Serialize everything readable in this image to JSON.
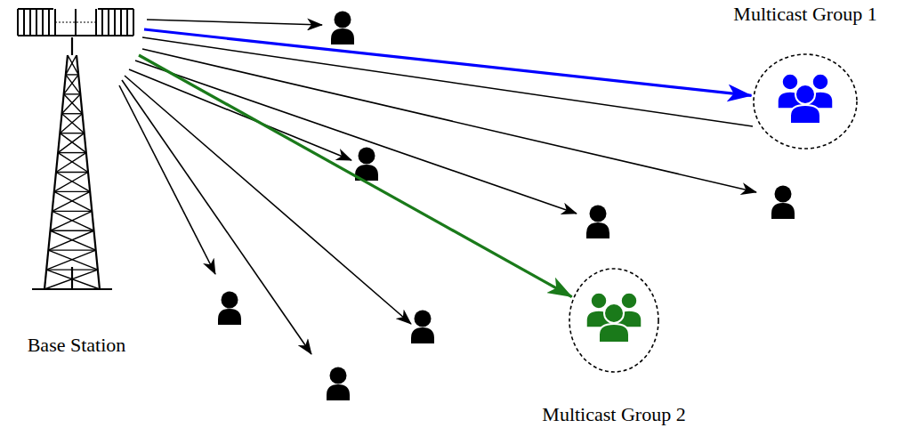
{
  "diagram": {
    "nodes": [
      {
        "text": [
          "Base Station"
        ]
      },
      {
        "text": [
          "Multicast Group 1"
        ]
      },
      {
        "text": [
          "Multicast Group 2"
        ]
      }
    ],
    "edges": [
      {
        "from": 0,
        "to": 1,
        "arrow": "to"
      },
      {
        "from": 0,
        "to": 2,
        "arrow": "to"
      }
    ]
  }
}
